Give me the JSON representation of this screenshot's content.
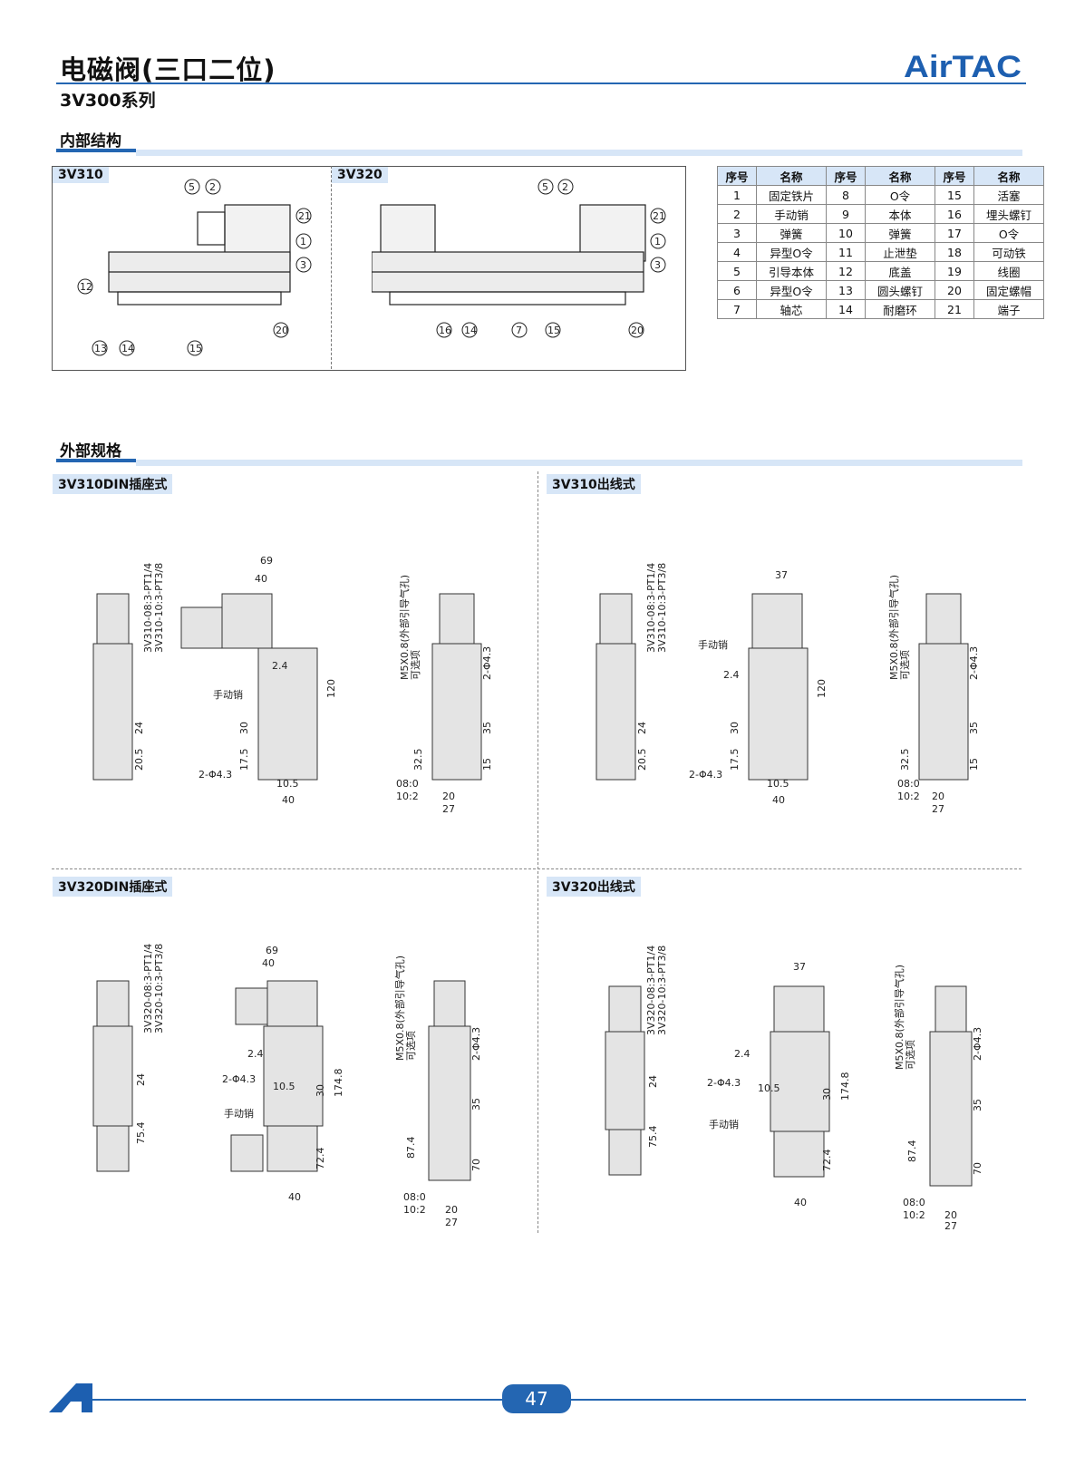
{
  "header": {
    "title": "电磁阀(三口二位)",
    "subtitle": "3V300系列",
    "brand": "AirTAC"
  },
  "sections": {
    "internal": "内部结构",
    "external": "外部规格"
  },
  "internal": {
    "labels": [
      "3V310",
      "3V320"
    ]
  },
  "parts_table": {
    "headers": [
      "序号",
      "名称",
      "序号",
      "名称",
      "序号",
      "名称"
    ],
    "rows": [
      [
        "1",
        "固定铁片",
        "8",
        "O令",
        "15",
        "活塞"
      ],
      [
        "2",
        "手动销",
        "9",
        "本体",
        "16",
        "埋头螺钉"
      ],
      [
        "3",
        "弹簧",
        "10",
        "弹簧",
        "17",
        "O令"
      ],
      [
        "4",
        "异型O令",
        "11",
        "止泄垫",
        "18",
        "可动铁"
      ],
      [
        "5",
        "引导本体",
        "12",
        "底盖",
        "19",
        "线圈"
      ],
      [
        "6",
        "异型O令",
        "13",
        "圆头螺钉",
        "20",
        "固定螺帽"
      ],
      [
        "7",
        "轴芯",
        "14",
        "耐磨环",
        "21",
        "端子"
      ]
    ]
  },
  "external": {
    "panels": [
      "3V310DIN插座式",
      "3V310出线式",
      "3V320DIN插座式",
      "3V320出线式"
    ],
    "port_310": [
      "3V310-08:3-PT1/4",
      "3V310-10:3-PT3/8"
    ],
    "port_320": [
      "3V320-08:3-PT1/4",
      "3V320-10:3-PT3/8"
    ],
    "m5": "M5X0.8(外部引导气孔)",
    "m5b": "可选项",
    "manual": "手动销",
    "hole": "2-Φ4.3",
    "code1": "08:0",
    "code2": "10:2",
    "dims310": {
      "d69": "69",
      "d40": "40",
      "d24": "2.4",
      "d120": "120",
      "d30": "30",
      "d175": "17.5",
      "d105": "10.5",
      "d24b": "24",
      "d205": "20.5",
      "d35": "35",
      "d325": "32.5",
      "d15": "15",
      "d20": "20",
      "d27": "27",
      "d37": "37"
    },
    "dims320": {
      "d69": "69",
      "d40": "40",
      "d24": "2.4",
      "d1748": "174.8",
      "d30": "30",
      "d105": "10.5",
      "d24b": "24",
      "d754": "75.4",
      "d724": "72.4",
      "d35": "35",
      "d874": "87.4",
      "d70": "70",
      "d20": "20",
      "d27": "27",
      "d37": "37"
    }
  },
  "footer": {
    "page": "47"
  }
}
